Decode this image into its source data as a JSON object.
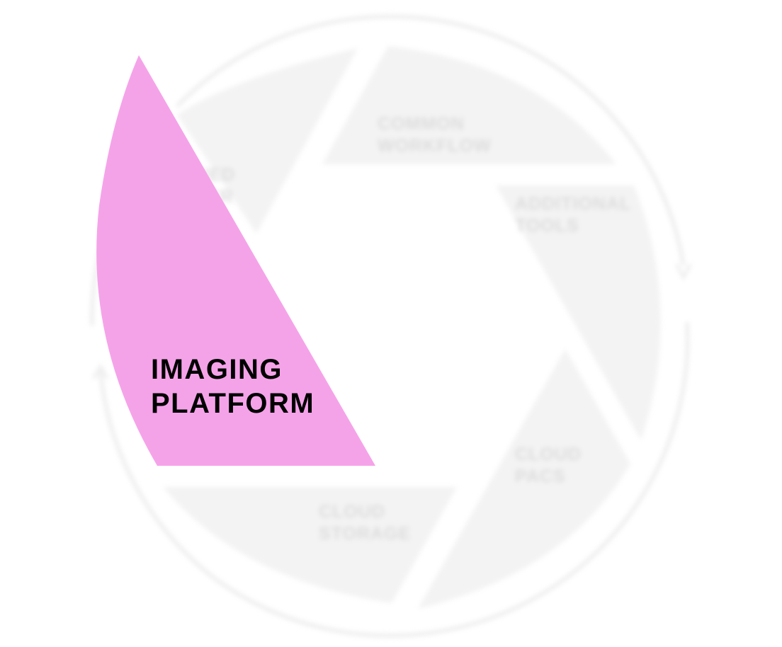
{
  "colors": {
    "active_segment": "#f5a3e9",
    "inactive_segment": "#f3f3f3",
    "ring": "#ececec",
    "inactive_text": "#dcdcdc",
    "active_text": "#000000"
  },
  "segments": [
    {
      "id": "common-workflow",
      "lines": [
        "COMMON",
        "WORKFLOW"
      ]
    },
    {
      "id": "additional-tools",
      "lines": [
        "ADDITIONAL",
        "TOOLS"
      ]
    },
    {
      "id": "cloud-pacs",
      "lines": [
        "CLOUD",
        "PACS"
      ]
    },
    {
      "id": "cloud-storage",
      "lines": [
        "CLOUD",
        "STORAGE"
      ]
    },
    {
      "id": "unified-viewer",
      "lines": [
        "UNIFIED",
        "VIEWER"
      ]
    }
  ],
  "active_segment": {
    "id": "imaging-platform",
    "lines": [
      "IMAGING",
      "PLATFORM"
    ]
  },
  "cycle_arrows": [
    "arrow-down-icon",
    "arrow-up-icon"
  ]
}
